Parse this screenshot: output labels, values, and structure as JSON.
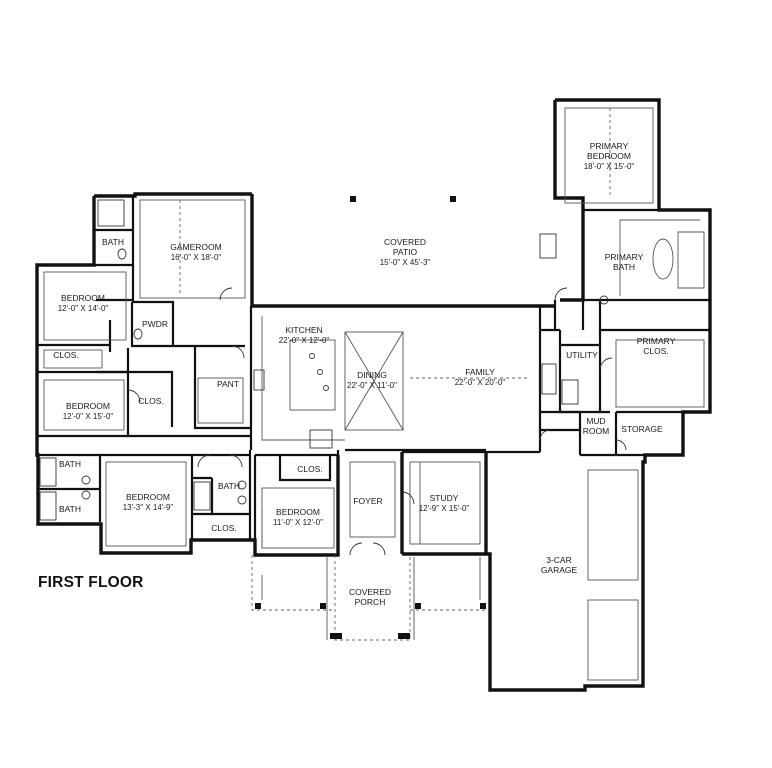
{
  "floor_title": "FIRST FLOOR",
  "rooms": {
    "primary_bedroom": {
      "name_line1": "PRIMARY",
      "name_line2": "BEDROOM",
      "dims": "18'-0\" X 15'-0\""
    },
    "covered_patio": {
      "name_line1": "COVERED",
      "name_line2": "PATIO",
      "dims": "15'-0\" X 45'-3\""
    },
    "gameroom": {
      "name": "GAMEROOM",
      "dims": "16'-0\" X 18'-0\""
    },
    "bath_upper_left": {
      "name": "BATH"
    },
    "bedroom_nw": {
      "name": "BEDROOM",
      "dims": "12'-0\" X 14'-0\""
    },
    "pwdr": {
      "name": "PWDR"
    },
    "clos_nw": {
      "name": "CLOS."
    },
    "bedroom_w": {
      "name": "BEDROOM",
      "dims": "12'-0\" X 15'-0\""
    },
    "clos_w": {
      "name": "CLOS."
    },
    "pant": {
      "name": "PANT"
    },
    "kitchen": {
      "name": "KITCHEN",
      "dims": "22'-0\" X 12'-0\""
    },
    "dining": {
      "name": "DINING",
      "dims": "22'-0\" X 11'-0\""
    },
    "family": {
      "name": "FAMILY",
      "dims": "22'-0\" X 20'-0\""
    },
    "primary_bath": {
      "name_line1": "PRIMARY",
      "name_line2": "BATH"
    },
    "primary_clos": {
      "name_line1": "PRIMARY",
      "name_line2": "CLOS."
    },
    "utility": {
      "name": "UTILITY"
    },
    "mud_room": {
      "name_line1": "MUD",
      "name_line2": "ROOM"
    },
    "storage": {
      "name": "STORAGE"
    },
    "bath_sw1": {
      "name": "BATH"
    },
    "bath_sw2": {
      "name": "BATH"
    },
    "bedroom_sw": {
      "name": "BEDROOM",
      "dims": "13'-3\" X 14'-9\""
    },
    "bath_mid": {
      "name": "BATH"
    },
    "clos_mid": {
      "name": "CLOS."
    },
    "bedroom_s": {
      "name": "BEDROOM",
      "dims": "11'-0\" X 12'-0\""
    },
    "clos_s": {
      "name": "CLOS."
    },
    "foyer": {
      "name": "FOYER"
    },
    "study": {
      "name": "STUDY",
      "dims": "12'-9\" X 15'-0\""
    },
    "garage": {
      "name_line1": "3-CAR",
      "name_line2": "GARAGE"
    },
    "covered_porch": {
      "name_line1": "COVERED",
      "name_line2": "PORCH"
    }
  }
}
